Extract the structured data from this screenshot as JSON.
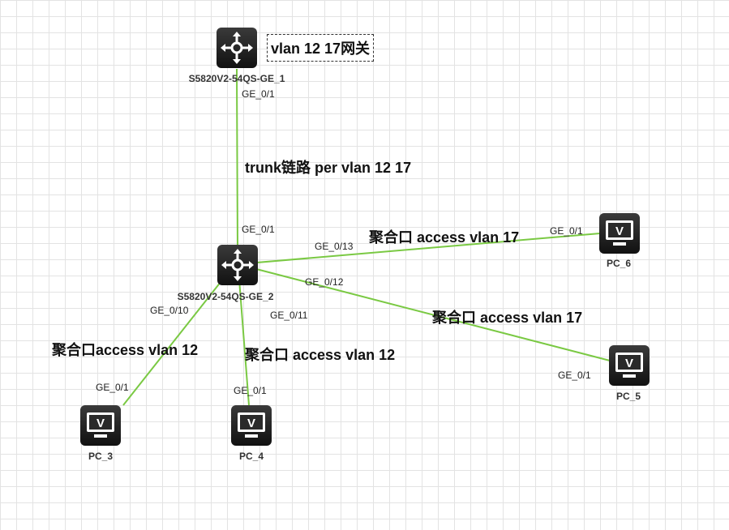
{
  "colors": {
    "link": "#7ac943",
    "device": "#1e1e1e",
    "text": "#111111"
  },
  "devices": {
    "sw1": {
      "label": "S5820V2-54QS-GE_1",
      "icon": "router-icon"
    },
    "sw2": {
      "label": "S5820V2-54QS-GE_2",
      "icon": "router-icon"
    },
    "pc3": {
      "label": "PC_3",
      "icon": "monitor-icon"
    },
    "pc4": {
      "label": "PC_4",
      "icon": "monitor-icon"
    },
    "pc5": {
      "label": "PC_5",
      "icon": "monitor-icon"
    },
    "pc6": {
      "label": "PC_6",
      "icon": "monitor-icon"
    }
  },
  "gateway_note": "vlan 12 17网关",
  "links": [
    {
      "from": "sw1",
      "to": "sw2",
      "from_port": "GE_0/1",
      "to_port": "GE_0/1",
      "note": "trunk链路 per vlan 12 17"
    },
    {
      "from": "sw2",
      "to": "pc6",
      "from_port": "GE_0/13",
      "to_port": "GE_0/1",
      "note": "聚合口 access vlan 17"
    },
    {
      "from": "sw2",
      "to": "pc5",
      "from_port": "GE_0/12",
      "to_port": "GE_0/1",
      "note": "聚合口 access vlan 17"
    },
    {
      "from": "sw2",
      "to": "pc3",
      "from_port": "GE_0/10",
      "to_port": "GE_0/1",
      "note": "聚合口access vlan 12"
    },
    {
      "from": "sw2",
      "to": "pc4",
      "from_port": "GE_0/11",
      "to_port": "GE_0/1",
      "note": "聚合口 access vlan 12"
    }
  ]
}
